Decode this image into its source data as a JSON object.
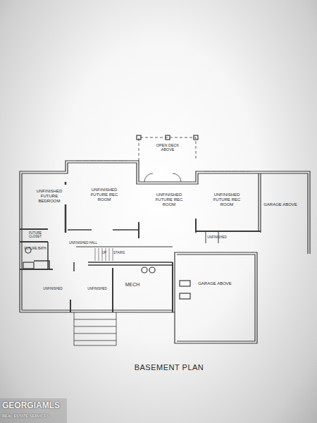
{
  "diagram": {
    "title": "BASEMENT PLAN",
    "labels": [
      "OPEN DECK ABOVE",
      "UNFINISHED FUTURE BEDROOM",
      "UNFINISHED FUTURE REC ROOM",
      "UNFINISHED FUTURE REC ROOM",
      "UNFINISHED FUTURE REC ROOM",
      "GARAGE ABOVE",
      "FUTURE CLOSET",
      "FUTURE BATH",
      "UNFINISHED HALL",
      "UP",
      "STAIRS",
      "UNFINISHED",
      "MECH",
      "GARAGE ABOVE",
      "UNFINISHED",
      "UNFINISHED",
      "GEORGIAMLS",
      "REAL ESTATE SERVICES"
    ]
  }
}
